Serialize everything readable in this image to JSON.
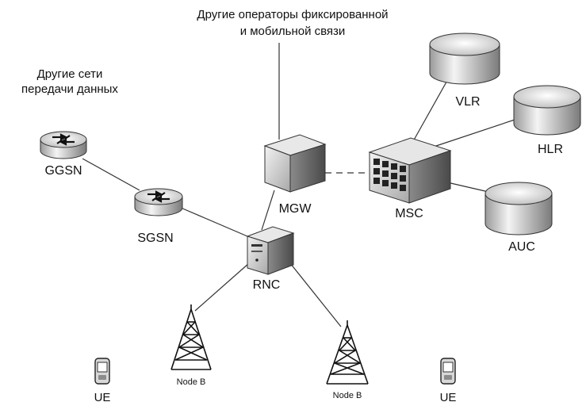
{
  "captions": {
    "operators_line1": "Другие операторы фиксированной",
    "operators_line2": "и мобильной связи",
    "data_networks_line1": "Другие сети",
    "data_networks_line2": "передачи данных"
  },
  "nodes": {
    "ggsn": "GGSN",
    "sgsn": "SGSN",
    "mgw": "MGW",
    "msc": "MSC",
    "rnc": "RNC",
    "vlr": "VLR",
    "hlr": "HLR",
    "auc": "AUC",
    "nodeb_left": "Node B",
    "nodeb_right": "Node B",
    "ue_left": "UE",
    "ue_right": "UE"
  },
  "icons": {
    "router": "router-icon",
    "database": "database-icon",
    "server": "server-icon",
    "tower": "cell-tower-icon",
    "phone": "mobile-phone-icon"
  }
}
